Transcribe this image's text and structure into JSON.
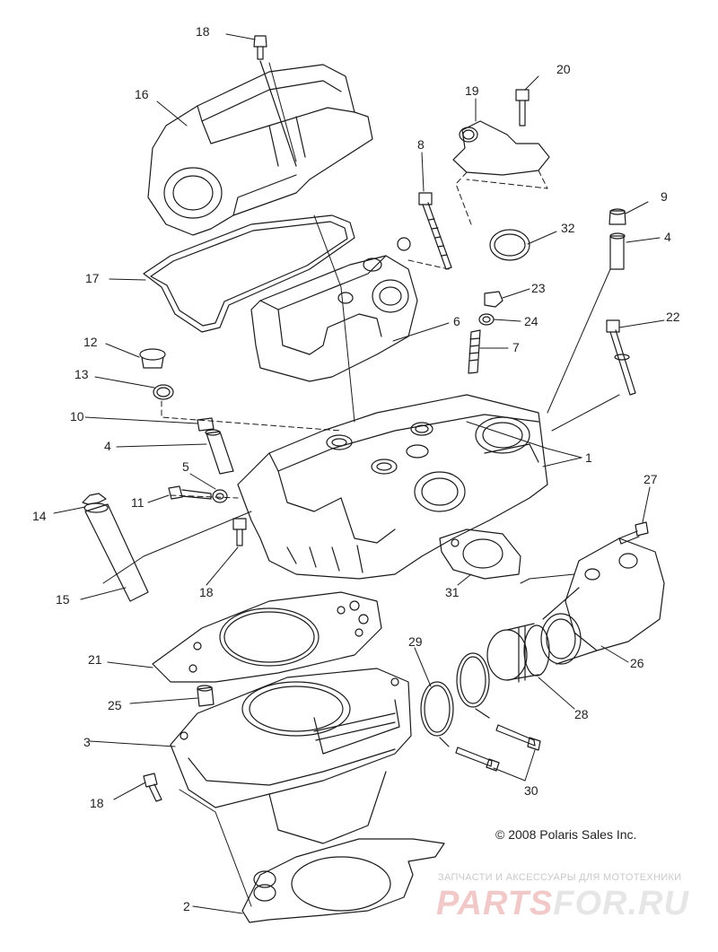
{
  "diagram": {
    "callouts": [
      {
        "id": "c18a",
        "text": "18"
      },
      {
        "id": "c16",
        "text": "16"
      },
      {
        "id": "c19",
        "text": "19"
      },
      {
        "id": "c20",
        "text": "20"
      },
      {
        "id": "c8",
        "text": "8"
      },
      {
        "id": "c9",
        "text": "9"
      },
      {
        "id": "c32",
        "text": "32"
      },
      {
        "id": "c4a",
        "text": "4"
      },
      {
        "id": "c17",
        "text": "17"
      },
      {
        "id": "c23",
        "text": "23"
      },
      {
        "id": "c22",
        "text": "22"
      },
      {
        "id": "c6",
        "text": "6"
      },
      {
        "id": "c24",
        "text": "24"
      },
      {
        "id": "c7",
        "text": "7"
      },
      {
        "id": "c12",
        "text": "12"
      },
      {
        "id": "c13",
        "text": "13"
      },
      {
        "id": "c10",
        "text": "10"
      },
      {
        "id": "c1",
        "text": "1"
      },
      {
        "id": "c4b",
        "text": "4"
      },
      {
        "id": "c5",
        "text": "5"
      },
      {
        "id": "c27",
        "text": "27"
      },
      {
        "id": "c11",
        "text": "11"
      },
      {
        "id": "c14",
        "text": "14"
      },
      {
        "id": "c18b",
        "text": "18"
      },
      {
        "id": "c31",
        "text": "31"
      },
      {
        "id": "c15",
        "text": "15"
      },
      {
        "id": "c21",
        "text": "21"
      },
      {
        "id": "c29",
        "text": "29"
      },
      {
        "id": "c26",
        "text": "26"
      },
      {
        "id": "c25",
        "text": "25"
      },
      {
        "id": "c28",
        "text": "28"
      },
      {
        "id": "c3",
        "text": "3"
      },
      {
        "id": "c30",
        "text": "30"
      },
      {
        "id": "c18c",
        "text": "18"
      },
      {
        "id": "c2",
        "text": "2"
      }
    ]
  },
  "copyright": "© 2008 Polaris Sales Inc.",
  "watermark": {
    "tagline": "ЗАПЧАСТИ И АКСЕССУАРЫ ДЛЯ МОТОТЕХНИКИ",
    "brand_part1": "PARTS",
    "brand_part2": "FOR.RU"
  }
}
